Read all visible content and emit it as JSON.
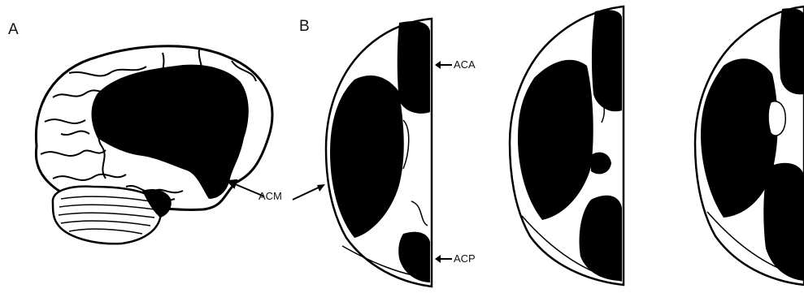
{
  "panels": [
    {
      "letter": "A"
    },
    {
      "letter": "B"
    }
  ],
  "labels": {
    "aca": "ACA",
    "acm": "ACM",
    "acp": "ACP"
  },
  "colors": {
    "ink": "#000000",
    "paper": "#ffffff"
  }
}
